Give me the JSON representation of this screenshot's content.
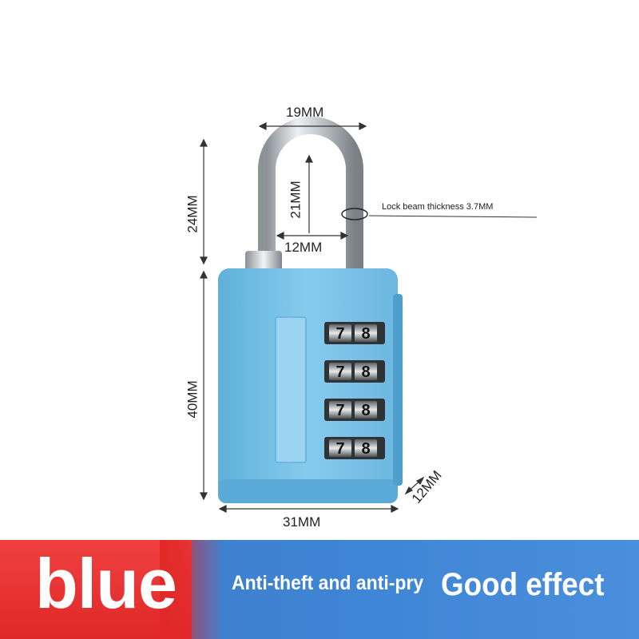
{
  "product": {
    "body_color": "#7cc3e6",
    "shackle_color": "#c8ccd0",
    "dials": [
      {
        "digits": [
          "7",
          "8"
        ]
      },
      {
        "digits": [
          "7",
          "8"
        ]
      },
      {
        "digits": [
          "7",
          "8"
        ]
      },
      {
        "digits": [
          "7",
          "8"
        ]
      }
    ]
  },
  "dimensions": {
    "shackle_width": "19MM",
    "shackle_height": "24MM",
    "inner_height": "21MM",
    "inner_width": "12MM",
    "body_height": "40MM",
    "body_width": "31MM",
    "body_depth": "12MM",
    "beam_note": "Lock beam thickness 3.7MM"
  },
  "banner": {
    "color_name": "blue",
    "slogan_primary": "Anti-theft and anti-pry",
    "slogan_secondary": "Good effect",
    "red_color": "#e83030",
    "blue_color": "#3f82d2"
  }
}
